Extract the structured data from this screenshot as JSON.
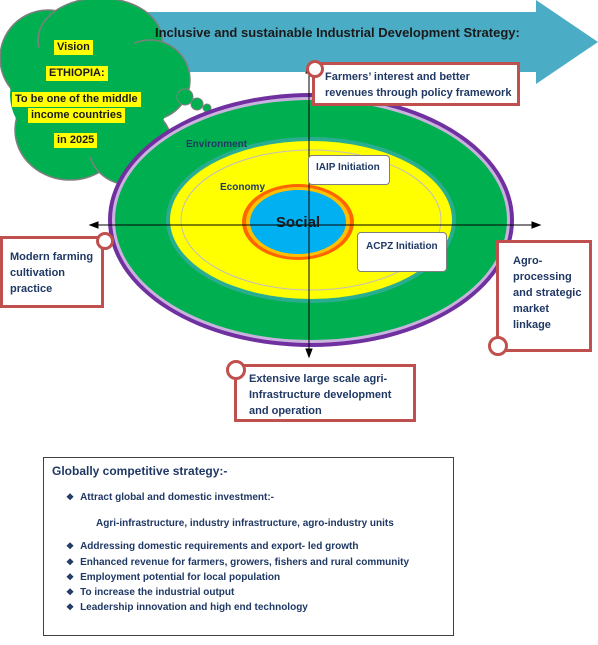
{
  "banner": {
    "text": "Inclusive and sustainable Industrial Development Strategy:"
  },
  "vision": {
    "lines": [
      "Vision",
      "ETHIOPIA:",
      "To be one of the middle",
      "income countries",
      "in 2025"
    ]
  },
  "rings": {
    "environment": "Environment",
    "economy": "Economy",
    "social": "Social"
  },
  "initiatives": {
    "iaip": "IAIP Initiation",
    "acpz": "ACPZ Initiation"
  },
  "scrolls": {
    "top": [
      "Farmers’ interest and better",
      "revenues through policy framework"
    ],
    "left": [
      "Modern farming",
      "cultivation",
      "practice"
    ],
    "right": [
      "Agro-",
      "processing",
      "and strategic",
      "market",
      "linkage"
    ],
    "bottom": [
      "Extensive large scale agri-",
      "Infrastructure development",
      "and operation"
    ]
  },
  "strategy": {
    "title": "Globally competitive strategy:-",
    "items": [
      "Attract global and domestic investment:-",
      "Addressing domestic requirements and export- led growth",
      "Enhanced revenue for farmers, growers, fishers and rural community",
      "Employment potential for local population",
      "To increase the industrial output",
      "Leadership innovation and high end technology"
    ],
    "sub_item": "Agri-infrastructure, industry infrastructure, agro-industry units"
  },
  "colors": {
    "banner": "#4bacc6",
    "cloud": "#00b050",
    "environment_ring": "#00b050",
    "economy_ring": "#ffff00",
    "social_core": "#00b0f0",
    "scroll_border": "#c0504d",
    "text_navy": "#1f3864"
  }
}
